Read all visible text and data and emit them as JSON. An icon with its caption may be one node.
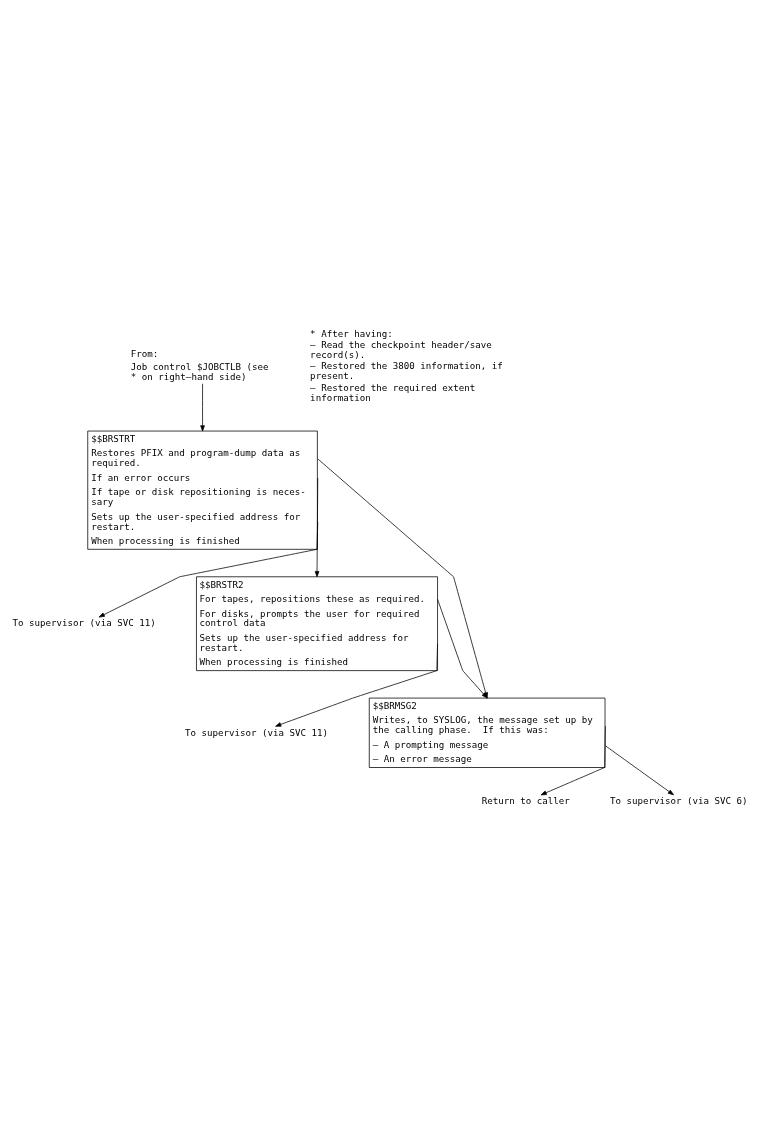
{
  "diagram": {
    "nodes": [
      {
        "text": [
          "From:",
          "Job control $JOBCTLB (see * on right–hand side)"
        ]
      },
      {
        "text": [
          "$$BRSTRT",
          "Restores PFIX and program-dump data as required.",
          "If an error occurs",
          "If tape or disk repositioning is neces- sary",
          "Sets up the user-specified address for restart.",
          "When processing is finished"
        ]
      },
      {
        "text": [
          "To supervisor (via SVC 11)"
        ]
      },
      {
        "text": [
          "$$BRSTR2",
          "For tapes, repositions these as required.",
          "For disks, prompts the user for required control data",
          "Sets up the user-specified address for restart.",
          "When processing is finished"
        ]
      },
      {
        "text": [
          "To supervisor (via SVC 11)"
        ]
      },
      {
        "text": [
          "$$BRMSG2",
          "Writes, to SYSLOG, the message set up by the calling phase.  If this was:",
          "– A prompting message",
          "– An error message"
        ]
      },
      {
        "text": [
          "Return to caller"
        ]
      },
      {
        "text": [
          "To supervisor (via SVC 6)"
        ]
      }
    ],
    "edges": [
      {
        "from": 0,
        "to": 1,
        "arrow": "to"
      },
      {
        "from": 1,
        "to": 5,
        "arrow": "to"
      },
      {
        "from": 1,
        "to": 3,
        "arrow": "to"
      },
      {
        "from": 1,
        "to": 2,
        "arrow": "to"
      },
      {
        "from": 3,
        "to": 5,
        "arrow": "to"
      },
      {
        "from": 3,
        "to": 4,
        "arrow": "to"
      },
      {
        "from": 5,
        "to": 6,
        "arrow": "to"
      },
      {
        "from": 5,
        "to": 7,
        "arrow": "to"
      }
    ],
    "labels": [
      "* After having:",
      "– Read the checkpoint header/save record(s).",
      "– Restored the 3800 information, if present.",
      "– Restored the required extent information"
    ]
  }
}
